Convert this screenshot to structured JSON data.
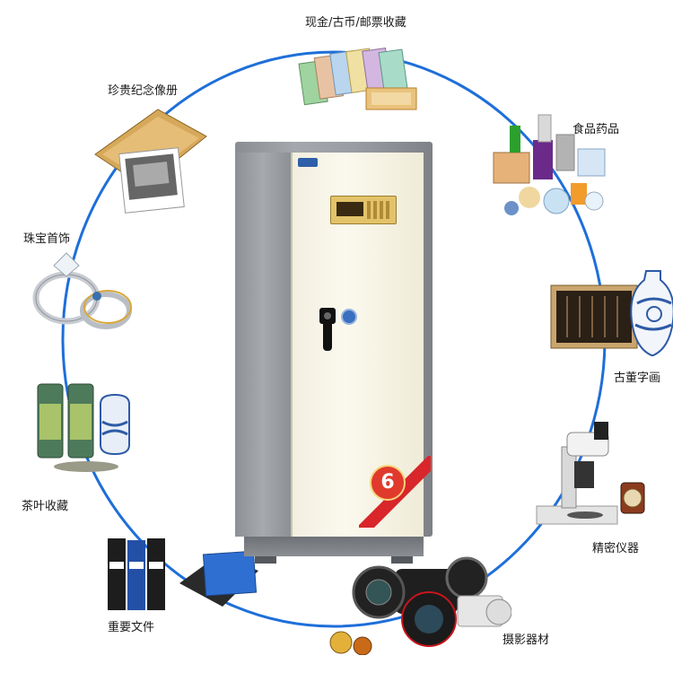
{
  "labels": {
    "currency": "现金/古币/邮票收藏",
    "albums": "珍贵纪念像册",
    "food": "食品药品",
    "jewelry": "珠宝首饰",
    "antiques": "古董字画",
    "tea": "茶叶收藏",
    "instruments": "精密仪器",
    "documents": "重要文件",
    "camera": "摄影器材"
  },
  "cabinet": {
    "seal_number": "6"
  },
  "colors": {
    "ring": "#1e6fd9",
    "cabinet_frame": "#9a9da2",
    "cabinet_door": "#f6f3e6",
    "seal": "#e03a2c"
  }
}
